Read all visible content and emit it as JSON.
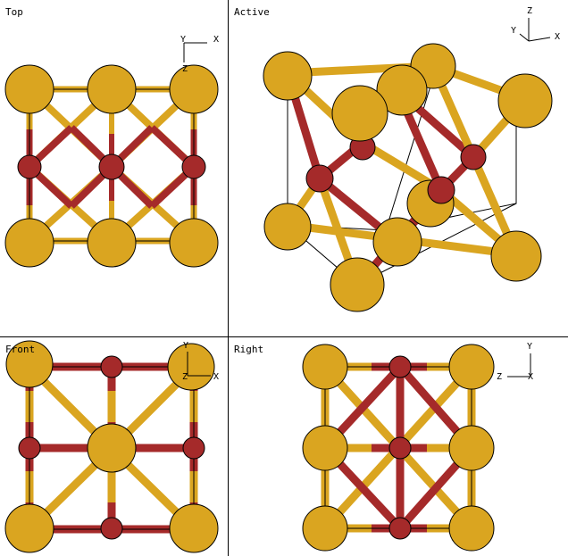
{
  "viewports": {
    "top": {
      "title": "Top",
      "axes": [
        "Y",
        "X",
        "Z"
      ]
    },
    "active": {
      "title": "Active",
      "axes": [
        "Z",
        "Y",
        "X"
      ]
    },
    "front": {
      "title": "Front",
      "axes": [
        "Y",
        "Z",
        "X"
      ]
    },
    "right": {
      "title": "Right",
      "axes": [
        "Y",
        "Z",
        "X"
      ]
    }
  },
  "colors": {
    "background": "#ffffff",
    "gold_atom": "#DAA520",
    "red_atom": "#A52A2A",
    "outline": "#000000"
  }
}
